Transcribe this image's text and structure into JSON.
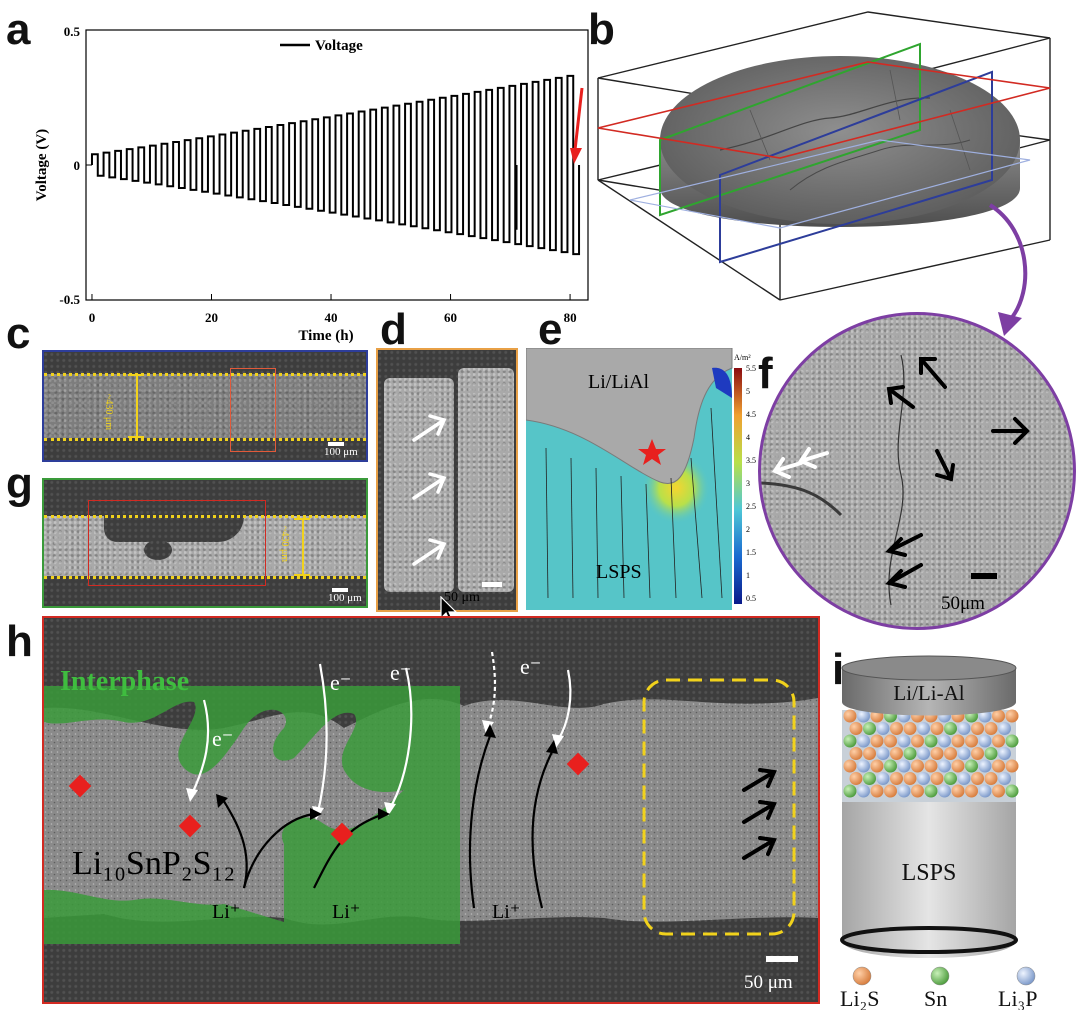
{
  "panels": {
    "a": "a",
    "b": "b",
    "c": "c",
    "d": "d",
    "e": "e",
    "f": "f",
    "g": "g",
    "h": "h",
    "i": "i"
  },
  "panel_a": {
    "ylabel": "Voltage (V)",
    "xlabel": "Time (h)",
    "legend": "Voltage",
    "y_ticks": [
      "0.5",
      "0",
      "-0.5"
    ],
    "x_ticks": [
      "0",
      "20",
      "40",
      "60",
      "80"
    ]
  },
  "chart_data": {
    "type": "line",
    "series": [
      {
        "name": "Voltage",
        "color": "#000000",
        "segments": [
          {
            "t_start": 0,
            "t_end": 81.5,
            "v_start": 0.04,
            "v_end": 0.33,
            "cycles": 42
          },
          {
            "t": 71,
            "v_min": -0.24,
            "v_max": 0.0
          }
        ]
      }
    ],
    "x": [
      0,
      20,
      40,
      60,
      80
    ],
    "xlim": [
      -1,
      83
    ],
    "ylim": [
      -0.5,
      0.5
    ],
    "xlabel": "Time (h)",
    "ylabel": "Voltage (V)",
    "grid": false,
    "legend_position": "top-center",
    "annotation": "red arrow at end of cycling"
  },
  "panel_c": {
    "thickness": "~430 μm",
    "scale": "100 μm"
  },
  "panel_g": {
    "thickness": "~430 μm",
    "scale": "100 μm"
  },
  "panel_d": {
    "scale": "50 μm"
  },
  "panel_e": {
    "top_label": "Li/LiAl",
    "bottom_label": "LSPS",
    "colorbar_unit": "A/m²",
    "colorbar_ticks": [
      "5.5",
      "5",
      "4.5",
      "4",
      "3.5",
      "3",
      "2.5",
      "2",
      "1.5",
      "1",
      "0.5"
    ]
  },
  "panel_f": {
    "scale": "50μm"
  },
  "panel_h": {
    "interphase_label": "Interphase",
    "material_label": "Li₁₀SnP₂S₁₂",
    "electron": "e⁻",
    "lithium": "Li⁺",
    "scale": "50 μm"
  },
  "panel_i": {
    "top_label": "Li/Li-Al",
    "bottom_label": "LSPS",
    "legend": [
      {
        "label": "Li₂S",
        "color": "#e8925a"
      },
      {
        "label": "Sn",
        "color": "#6fbf5a"
      },
      {
        "label": "Li₃P",
        "color": "#a7c3e6"
      }
    ]
  },
  "colors": {
    "interphase_green": "#3a9a3a",
    "marker_red": "#e8201e",
    "boundary_yellow": "#f1d21c",
    "frame_blue": "#2d3d9a",
    "frame_green": "#3a9a3a",
    "frame_orange": "#e8a046",
    "frame_red": "#d22a22",
    "frame_purple": "#7d3ea3"
  }
}
